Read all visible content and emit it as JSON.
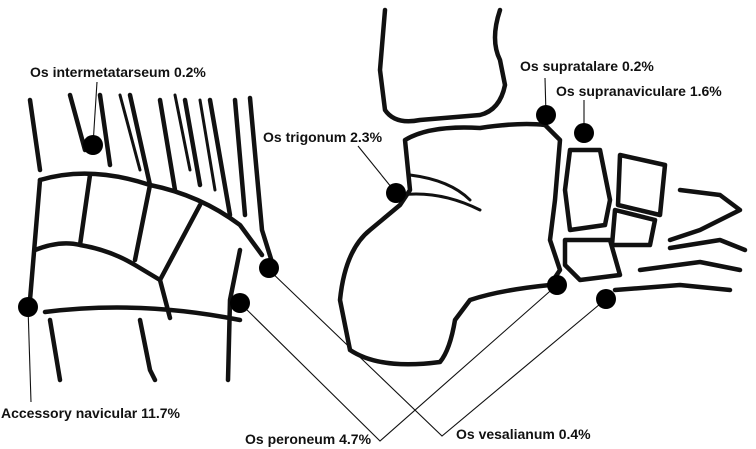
{
  "labels": {
    "intermetatarseum": "Os intermetatarseum 0.2%",
    "supratalare": "Os supratalare 0.2%",
    "supranaviculare": "Os supranaviculare 1.6%",
    "trigonum": "Os trigonum 2.3%",
    "accessory_navicular": "Accessory navicular 11.7%",
    "peroneum": "Os peroneum 4.7%",
    "vesalianum": "Os vesalianum 0.4%"
  }
}
